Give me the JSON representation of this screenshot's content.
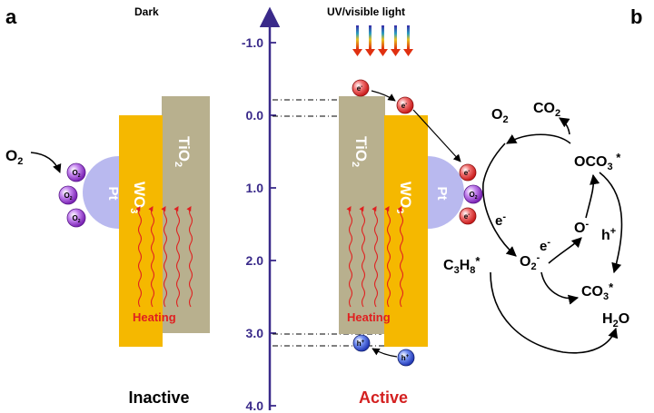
{
  "panels": {
    "a": "a",
    "b": "b"
  },
  "titles": {
    "dark": "Dark",
    "light": "UV/visible light"
  },
  "status": {
    "inactive": "Inactive",
    "active": "Active"
  },
  "materials": {
    "pt": "Pt",
    "wo3": "WO",
    "wo3_sub": "3",
    "tio2": "TiO",
    "tio2_sub": "2"
  },
  "heating": "Heating",
  "energy_axis": {
    "ticks": [
      "-1.0",
      "0.0",
      "1.0",
      "2.0",
      "3.0",
      "4.0"
    ]
  },
  "species": {
    "o2_main": "O",
    "o2_sub": "2",
    "o2_small": "O",
    "o2_small_sub": "2",
    "electron": "e",
    "electron_sup": "-",
    "hole": "h",
    "hole_sup": "+"
  },
  "mechanism": {
    "o2": "O",
    "o2_sub": "2",
    "co2": "CO",
    "co2_sub": "2",
    "oco3": "OCO",
    "oco3_sub": "3",
    "oco3_sup": " *",
    "e_minus_1": "e",
    "e_minus_1_sup": "-",
    "e_minus_2": "e",
    "e_minus_2_sup": "-",
    "o_minus": "O",
    "o_minus_sup": "-",
    "h_plus": "h",
    "h_plus_sup": "+",
    "c3h8_a": "C",
    "c3h8_sub1": "3",
    "c3h8_b": "H",
    "c3h8_sub2": "8",
    "c3h8_sup": "*",
    "o2_minus": "O",
    "o2_minus_sub": "2",
    "o2_minus_sup": "-",
    "co3": "CO",
    "co3_sub": "3",
    "co3_sup": "*",
    "h2o": "H",
    "h2o_sub": "2",
    "h2o_b": "O"
  },
  "colors": {
    "wo3": "#f5b800",
    "tio2": "#b8b08e",
    "pt": "#b9b9ef",
    "axis": "#3a2a8a",
    "heating": "#e02020",
    "active": "#d42020",
    "o2_ball": "#9b3fd0",
    "electron_ball": "#e53a3a",
    "hole_ball": "#3a5ad8"
  }
}
